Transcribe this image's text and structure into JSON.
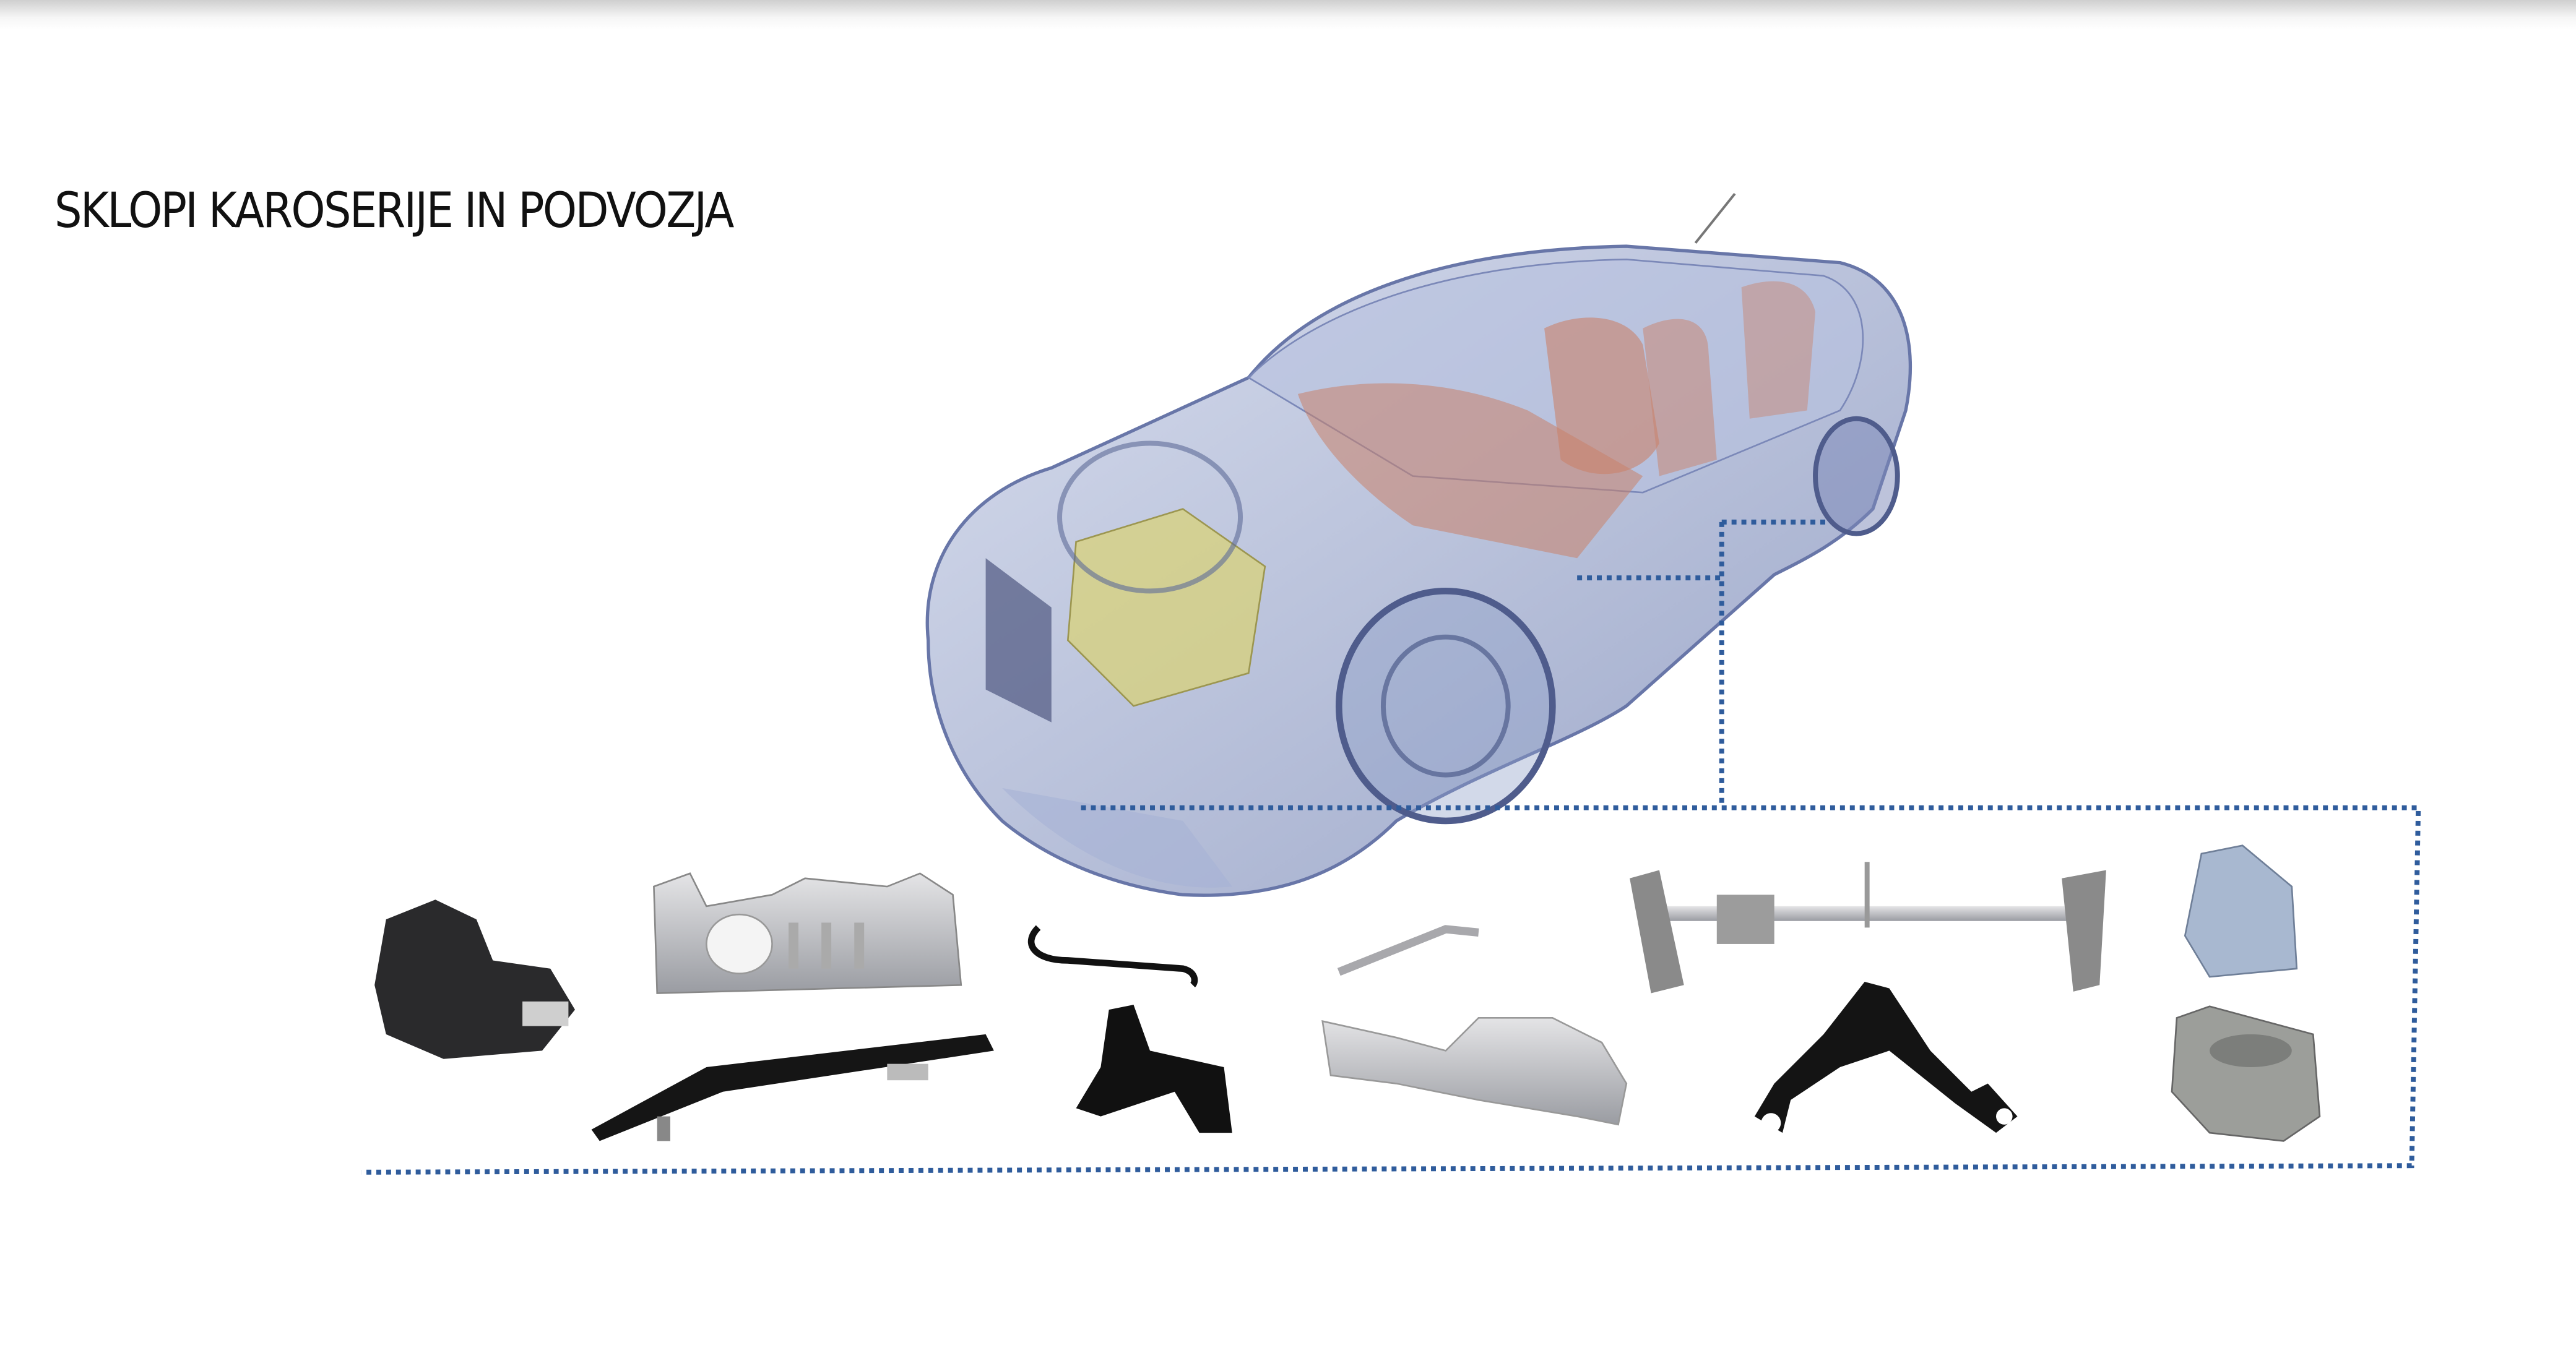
{
  "slide": {
    "title": "SKLOPI KAROSERIJE IN PODVOZJA"
  },
  "colors": {
    "dotted_line": "#2f5c9c",
    "car_body": "#8f9fc8",
    "car_interior": "#c9826a",
    "engine": "#d8d27a"
  },
  "images": [
    "car-xray-illustration",
    "pedal-box-assembly",
    "firewall-panel",
    "wire-hook",
    "bent-rod",
    "cross-car-beam",
    "door-hinge",
    "black-rail-bracket",
    "black-mount-bracket",
    "heat-shield",
    "black-subframe",
    "door-latch"
  ]
}
